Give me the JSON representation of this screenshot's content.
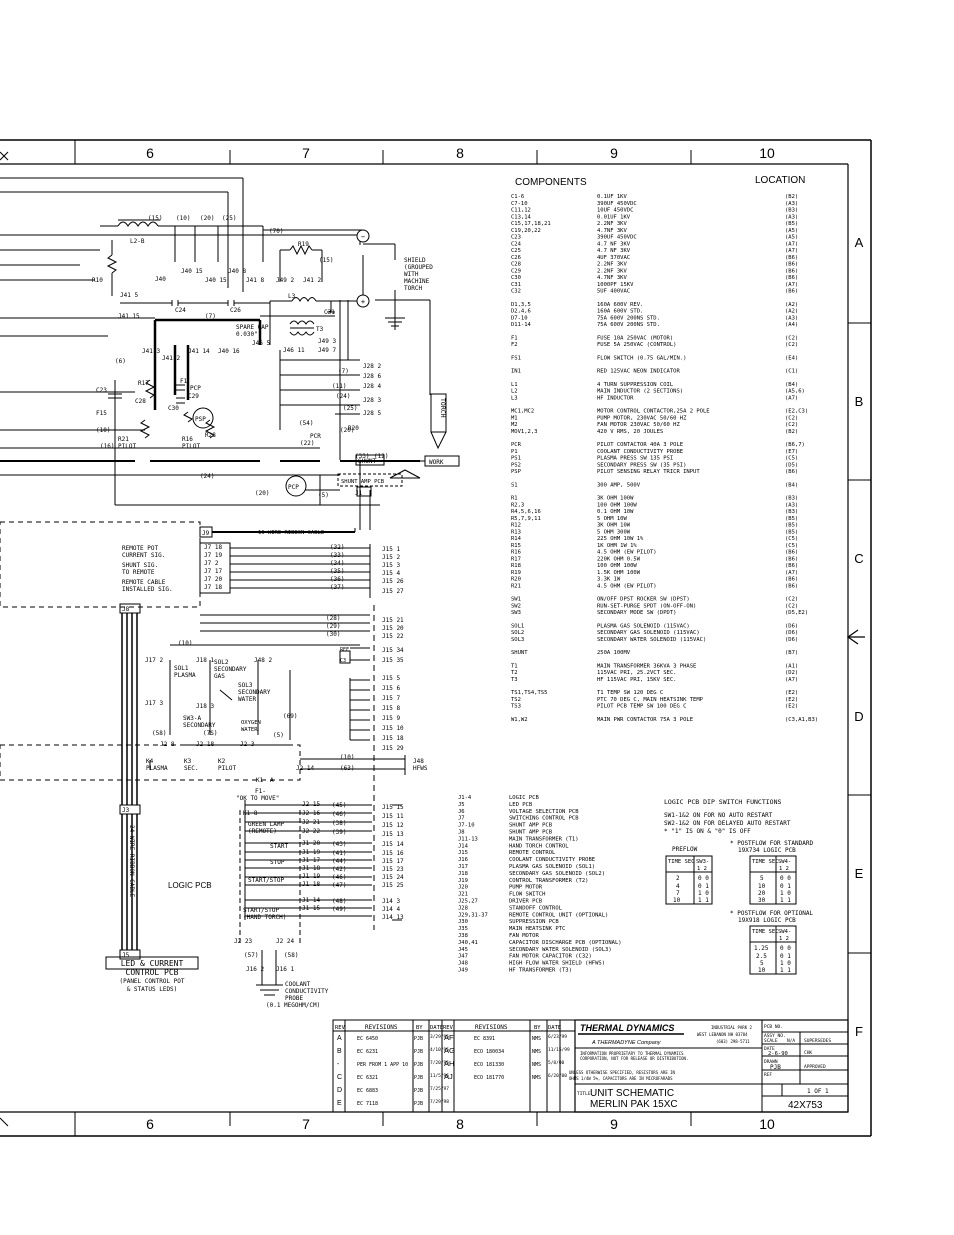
{
  "column_numbers": [
    "6",
    "7",
    "8",
    "9",
    "10"
  ],
  "row_letters": [
    "A",
    "B",
    "C",
    "D",
    "E",
    "F"
  ],
  "components_header": "COMPONENTS",
  "location_header": "LOCATION",
  "components": [
    [
      "C1-6",
      "0.1UF 1KV",
      "(B2)"
    ],
    [
      "C7-10",
      "390UF 450VDC",
      "(A3)"
    ],
    [
      "C11,12",
      "10UF 450VDC",
      "(B3)"
    ],
    [
      "C13,14",
      "0.01UF 1KV",
      "(A3)"
    ],
    [
      "C15,17,18,21",
      "2.2NF 3KV",
      "(B5)"
    ],
    [
      "C19,20,22",
      "4.7NF 3KV",
      "(A5)"
    ],
    [
      "C23",
      "390UF 450VDC",
      "(A5)"
    ],
    [
      "C24",
      "4.7 NF 3KV",
      "(A7)"
    ],
    [
      "C25",
      "4.7 NF 3KV",
      "(A7)"
    ],
    [
      "C26",
      "4UF 370VAC",
      "(B6)"
    ],
    [
      "C28",
      "2.2NF 3KV",
      "(B6)"
    ],
    [
      "C29",
      "2.2NF 3KV",
      "(B6)"
    ],
    [
      "C30",
      "4.7NF 3KV",
      "(B6)"
    ],
    [
      "C31",
      "1000PF 15KV",
      "(A7)"
    ],
    [
      "C32",
      "5UF 400VAC",
      "(B6)"
    ],
    [
      "D1,3,5",
      "160A 600V REV.",
      "(A2)"
    ],
    [
      "D2,4,6",
      "160A 600V STD.",
      "(A2)"
    ],
    [
      "D7-10",
      "75A 600V 200NS STD.",
      "(A3)"
    ],
    [
      "D11-14",
      "75A 600V 200NS STD.",
      "(A4)"
    ],
    [
      "F1",
      "FUSE 10A 250VAC (MOTOR)",
      "(C2)"
    ],
    [
      "F2",
      "FUSE 5A 250VAC (CONTROL)",
      "(C2)"
    ],
    [
      "FS1",
      "FLOW SWITCH (0.75 GAL/MIN.)",
      "(E4)"
    ],
    [
      "IN1",
      "RED 125VAC NEON INDICATOR",
      "(C1)"
    ],
    [
      "L1",
      "4 TURN SUPPRESSION COIL",
      "(B4)"
    ],
    [
      "L2",
      "MAIN INDUCTOR (2 SECTIONS)",
      "(A5,6)"
    ],
    [
      "L3",
      "HF INDUCTOR",
      "(A7)"
    ],
    [
      "MC1,MC2",
      "MOTOR CONTROL CONTACTOR,25A 2 POLE",
      "(E2,C3)"
    ],
    [
      "M1",
      "PUMP MOTOR, 230VAC 50/60 HZ",
      "(C2)"
    ],
    [
      "M2",
      "FAN MOTOR 230VAC 50/60 HZ",
      "(C2)"
    ],
    [
      "MOV1,2,3",
      "420 V RMS, 20 JOULES",
      "(B2)"
    ],
    [
      "PCR",
      "PILOT CONTACTOR 40A 3 POLE",
      "(B6,7)"
    ],
    [
      "P1",
      "COOLANT CONDUCTIVITY PROBE",
      "(E7)"
    ],
    [
      "PS1",
      "PLASMA PRESS SW 135 PSI",
      "(C5)"
    ],
    [
      "PS2",
      "SECONDARY PRESS SW (35 PSI)",
      "(D5)"
    ],
    [
      "PSP",
      "PILOT SENSING RELAY TRICR INPUT",
      "(B6)"
    ],
    [
      "S1",
      "300 AMP, 500V",
      "(B4)"
    ],
    [
      "R1",
      "3K OHM 100W",
      "(B3)"
    ],
    [
      "R2,3",
      "100 OHM 100W",
      "(A3)"
    ],
    [
      "R4,5,6,16",
      "0.1 OHM 10W",
      "(B3)"
    ],
    [
      "R5,7,9,11",
      "5 OHM 10W",
      "(B5)"
    ],
    [
      "R12",
      "3K OHM 10W",
      "(B5)"
    ],
    [
      "R13",
      "5 OHM 300W",
      "(B5)"
    ],
    [
      "R14",
      "225 OHM 10W 1%",
      "(C5)"
    ],
    [
      "R15",
      "1K OHM 1W 1%",
      "(C5)"
    ],
    [
      "R16",
      "4.5 OHM (EW PILOT)",
      "(B6)"
    ],
    [
      "R17",
      "220K OHM 0.5W",
      "(B6)"
    ],
    [
      "R18",
      "100 OHM 100W",
      "(B6)"
    ],
    [
      "R19",
      "1.5K OHM 100W",
      "(A7)"
    ],
    [
      "R20",
      "3.3K 1W",
      "(B6)"
    ],
    [
      "R21",
      "4.5 OHM (EW PILOT)",
      "(B6)"
    ],
    [
      "SW1",
      "ON/OFF DPST ROCKER SW (DPST)",
      "(C2)"
    ],
    [
      "SW2",
      "RUN-SET-PURGE SPDT (ON-OFF-ON)",
      "(C2)"
    ],
    [
      "SW3",
      "SECONDARY MODE SW (DPDT)",
      "(D5,E2)"
    ],
    [
      "SOL1",
      "PLASMA GAS SOLENOID (115VAC)",
      "(D6)"
    ],
    [
      "SOL2",
      "SECONDARY GAS SOLENOID (115VAC)",
      "(D6)"
    ],
    [
      "SOL3",
      "SECONDARY WATER SOLENOID (115VAC)",
      "(D6)"
    ],
    [
      "SHUNT",
      "250A 100MV",
      "(B7)"
    ],
    [
      "T1",
      "MAIN TRANSFORMER 36KVA 3 PHASE",
      "(A1)"
    ],
    [
      "T2",
      "115VAC PRI, 25.2VCT SEC.",
      "(D2)"
    ],
    [
      "T3",
      "HF 115VAC PRI, 15KV SEC.",
      "(A7)"
    ],
    [
      "TS1,TS4,TS5",
      "T1 TEMP SW 120 DEG C",
      "(E2)"
    ],
    [
      "TS2",
      "PTC 70 DEG C, MAIN HEATSINK TEMP",
      "(E2)"
    ],
    [
      "TS3",
      "PILOT PCB TEMP SW 100 DEG C",
      "(E2)"
    ],
    [
      "W1,W2",
      "MAIN PWR CONTACTOR 75A 3 POLE",
      "(C3,A1,B3)"
    ]
  ],
  "connectors": [
    [
      "J1-4",
      "LOGIC PCB"
    ],
    [
      "J5",
      "LED PCB"
    ],
    [
      "J6",
      "VOLTAGE SELECTION PCB"
    ],
    [
      "J7",
      "SWITCHING CONTROL PCB"
    ],
    [
      "J7-10",
      "SHUNT AMP PCB"
    ],
    [
      "J8",
      "SHUNT AMP PCB"
    ],
    [
      "J11-13",
      "MAIN TRANSFORMER (T1)"
    ],
    [
      "J14",
      "HAND TORCH CONTROL"
    ],
    [
      "J15",
      "REMOTE CONTROL"
    ],
    [
      "J16",
      "COOLANT CONDUCTIVITY PROBE"
    ],
    [
      "J17",
      "PLASMA GAS SOLENOID (SOL1)"
    ],
    [
      "J18",
      "SECONDARY GAS SOLENOID (SOL2)"
    ],
    [
      "J19",
      "CONTROL TRANSFORMER (T2)"
    ],
    [
      "J20",
      "PUMP MOTOR"
    ],
    [
      "J21",
      "FLOW SWITCH"
    ],
    [
      "J25,27",
      "DRIVER PCB"
    ],
    [
      "J28",
      "STANDOFF CONTROL"
    ],
    [
      "J29,31-37",
      "REMOTE CONTROL UNIT (OPTIONAL)"
    ],
    [
      "J30",
      "SUPPRESSION PCB"
    ],
    [
      "J35",
      "MAIN HEATSINK PTC"
    ],
    [
      "J38",
      "FAN MOTOR"
    ],
    [
      "J40,41",
      "CAPACITOR DISCHARGE PCB (OPTIONAL)"
    ],
    [
      "J45",
      "SECONDARY WATER SOLENOID (SOL3)"
    ],
    [
      "J47",
      "FAN MOTOR CAPACITOR (C32)"
    ],
    [
      "J48",
      "HIGH FLOW WATER SHIELD (HFWS)"
    ],
    [
      "J49",
      "HF TRANSFORMER (T3)"
    ]
  ],
  "dip": {
    "title": "LOGIC PCB DIP SWITCH FUNCTIONS",
    "lines": [
      "SW1-1&2 ON FOR NO AUTO RESTART",
      "SW2-1&2 ON FOR DELAYED AUTO RESTART",
      "* \"1\" IS ON & \"0\" IS OFF"
    ],
    "preflow": "PREFLOW",
    "postflow_std": [
      "* POSTFLOW FOR STANDARD",
      "19X734 LOGIC PCB"
    ],
    "postflow_opt": [
      "* POSTFLOW FOR OPTIONAL",
      "19X918 LOGIC PCB"
    ],
    "col_time": "TIME SEC",
    "col_sw3": "SW3-",
    "col_sw4": "SW4-",
    "bits": "1 2",
    "preflow_rows": [
      [
        "2",
        "0 0"
      ],
      [
        "4",
        "0 1"
      ],
      [
        "7",
        "1 0"
      ],
      [
        "10",
        "1 1"
      ]
    ],
    "post_std_rows": [
      [
        "5",
        "0 0"
      ],
      [
        "10",
        "0 1"
      ],
      [
        "20",
        "1 0"
      ],
      [
        "30",
        "1 1"
      ]
    ],
    "post_opt_rows": [
      [
        "1.25",
        "0 0"
      ],
      [
        "2.5",
        "0 1"
      ],
      [
        "5",
        "1 0"
      ],
      [
        "10",
        "1 1"
      ]
    ]
  },
  "labels": {
    "shield": [
      "SHIELD",
      "(GROUPED",
      "WITH",
      "MACHINE",
      "TORCH"
    ],
    "torch": "TORCH",
    "work": "WORK",
    "spare_gap": [
      "SPARE GAP",
      "0.030\""
    ],
    "pilot_r21": [
      "R21",
      "PILOT"
    ],
    "pilot_r16": [
      "R16",
      "PILOT"
    ],
    "shunt": "SHUNT",
    "shunt_amp_pcb": "SHUNT AMP PCB",
    "psp": "PSP",
    "pcp": "PCP",
    "pcr": "PCR",
    "remote_pot": [
      "REMOTE POT",
      "CURRENT SIG."
    ],
    "shunt_sig": [
      "SHUNT SIG.",
      "TO REMOTE"
    ],
    "remote_cable": [
      "REMOTE CABLE",
      "INSTALLED SIG."
    ],
    "ribbon_16": "16 WIRE RIBBON CABLE",
    "ribbon_24": "24 WIRE RIBBON CABLE",
    "sol1": [
      "SOL1",
      "PLASMA"
    ],
    "sol2": [
      "SOL2",
      "SECONDARY",
      "GAS"
    ],
    "sol3": [
      "SOL3",
      "SECONDARY",
      "WATER"
    ],
    "sw3a": [
      "SW3-A",
      "SECONDARY"
    ],
    "sw3a_opt": [
      "OXYGEN",
      "WATER"
    ],
    "k4": [
      "K4",
      "PLASMA"
    ],
    "k3": [
      "K3",
      "SEC."
    ],
    "k2": [
      "K2",
      "PILOT"
    ],
    "k1": [
      "K1",
      "A"
    ],
    "f1": [
      "F1-",
      "\"OK TO MOVE\""
    ],
    "green_lamp": [
      "GREEN LAMP",
      "(REMOTE)"
    ],
    "start": "START",
    "stop": "STOP",
    "start_stop": "START/STOP",
    "start_stop_hand": [
      "START/STOP",
      "(HAND TORCH)"
    ],
    "logic_pcb": "LOGIC PCB",
    "led_current": [
      "LED & CURRENT",
      "CONTROL PCB",
      "(PANEL CONTROL POT",
      "& STATUS LEDS)"
    ],
    "coolant_probe": [
      "COOLANT",
      "CONDUCTIVITY",
      "PROBE",
      "(0.1 MEGOHM/CM)"
    ],
    "hfws": [
      "J48",
      "HFWS"
    ]
  },
  "revisions": {
    "col_rev": "REV",
    "col_revisions": "REVISIONS",
    "col_by": "BY",
    "col_date": "DATE",
    "left": [
      [
        "A",
        "EC 6450",
        "PJB",
        "3/29/95"
      ],
      [
        "B",
        "EC 6231",
        "PJB",
        "4/10/95"
      ],
      [
        "-",
        "PER FROM 1 APP 10",
        "PJB",
        "7/20/95"
      ],
      [
        "C",
        "EC 6321",
        "PJB",
        "11/5/96"
      ],
      [
        "D",
        "EC 6883",
        "PJB",
        "7/25/97"
      ],
      [
        "E",
        "EC 7118",
        "PJB",
        "7/29/98"
      ]
    ],
    "right": [
      [
        "AF",
        "EC 8391",
        "NMS",
        "6/23/99"
      ],
      [
        "AG",
        "ECO 180034",
        "NMS",
        "11/15/99"
      ],
      [
        "AH",
        "ECO 181330",
        "NMS",
        "5/8/00"
      ],
      [
        "AJ",
        "ECO 181770",
        "NMS",
        "6/20/00"
      ]
    ]
  },
  "title_block": {
    "company": "THERMAL DYNAMICS",
    "subsidiary": "A THERMADYNE Company",
    "addr": [
      "INDUSTRIAL PARK 2",
      "WEST LEBANON NH 03784",
      "(603) 298-5711"
    ],
    "notice": [
      "INFORMATION PROPRIETARY TO THERMAL DYNAMICS",
      "CORPORATION, NOT FOR RELEASE OR DISTRIBUTION."
    ],
    "notice2": [
      "UNLESS OTHERWISE SPECIFIED, RESISTORS ARE IN",
      "OHMS 1/4W 5%, CAPACITORS ARE IN MICROFARADS"
    ],
    "title_lbl": "TITLE",
    "title": [
      "UNIT SCHEMATIC",
      "MERLIN PAK 15XC"
    ],
    "fields": [
      "PCB NO.",
      "ASSY NO.",
      "SCALE",
      "DATE",
      "DRAWN",
      "REF",
      "SUPERSEDES",
      "CHK",
      "APPROVED"
    ],
    "scale": "N/A",
    "date": "2-6-90",
    "drawn": "PJB",
    "sheet": "1 OF 1",
    "dwg_no": "42X753"
  }
}
